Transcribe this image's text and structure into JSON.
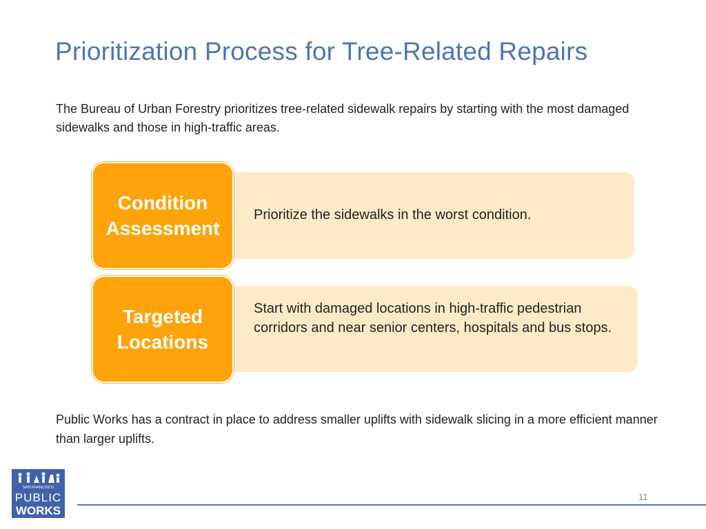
{
  "slide": {
    "title": "Prioritization Process for Tree-Related Repairs",
    "intro": "The Bureau of Urban Forestry prioritizes tree-related sidewalk repairs by starting with the most damaged sidewalks and those in high-traffic areas.",
    "steps": [
      {
        "label": "Condition Assessment",
        "description": "Prioritize the sidewalks in the worst condition."
      },
      {
        "label": "Targeted Locations",
        "description": "Start with damaged locations in high-traffic pedestrian corridors and near senior centers, hospitals and bus stops."
      }
    ],
    "outro": "Public Works has a contract in place to address smaller uplifts with sidewalk slicing in a more efficient manner than larger uplifts.",
    "page_number": "11"
  },
  "logo": {
    "line1": "SAN FRANCISCO",
    "line2": "PUBLIC",
    "line3": "WORKS"
  },
  "colors": {
    "title": "#4f74b5",
    "accent_orange": "#ffa30a",
    "description_fill": "#fdebc8",
    "logo_blue": "#3f62a8"
  }
}
